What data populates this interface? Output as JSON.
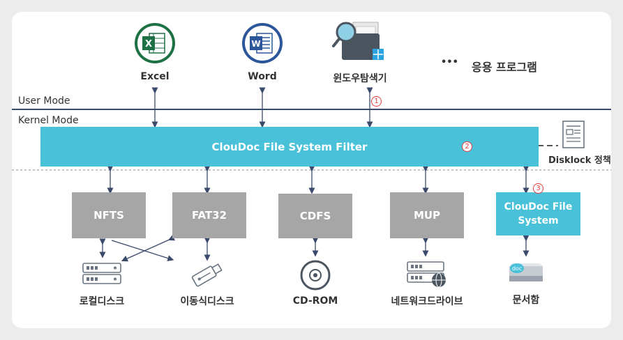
{
  "apps": {
    "excel_label": "Excel",
    "word_label": "Word",
    "explorer_label": "윈도우탐색기",
    "more_label": "응용 프로그램",
    "ellipsis": "•••"
  },
  "modes": {
    "user": "User Mode",
    "kernel": "Kernel Mode"
  },
  "filter": {
    "label": "ClouDoc File System Filter"
  },
  "policy": {
    "label": "Disklock 정책"
  },
  "markers": {
    "m1": "1",
    "m2": "2",
    "m3": "3"
  },
  "filesystems": {
    "ntfs": "NFTS",
    "fat32": "FAT32",
    "cdfs": "CDFS",
    "mup": "MUP",
    "cloudoc": "ClouDoc File System"
  },
  "devices": {
    "local": "로컬디스크",
    "removable": "이동식디스크",
    "cdrom": "CD-ROM",
    "network": "네트워크드라이브",
    "docbox": "문서함"
  },
  "colors": {
    "filter_cyan": "#48c1d9",
    "fs_gray": "#a6a6a6",
    "line": "#3a4a6b",
    "marker_red": "#e23b3b",
    "excel_green": "#1e7145",
    "word_blue": "#2b579a"
  }
}
